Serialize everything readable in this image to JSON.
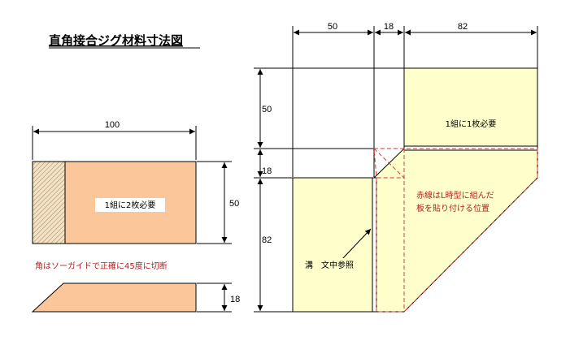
{
  "title": "直角接合ジグ材料寸法図",
  "colors": {
    "orange": "#fbc79a",
    "yellow": "#ffffcc",
    "hatch": "#f3e2c3",
    "red": "#d63a3a",
    "note": "#b22222"
  },
  "left": {
    "dim_width": "100",
    "dim_height": "50",
    "dim_thickness": "18",
    "block_label": "1組に2枚必要",
    "cut_note": "角はソーガイドで正確に45度に切断"
  },
  "right": {
    "dim_top_a": "50",
    "dim_top_b": "18",
    "dim_top_c": "82",
    "dim_left_a": "50",
    "dim_left_b": "18",
    "dim_left_c": "82",
    "top_block_label": "1組に1枚必要",
    "groove_label": "溝　文中参照",
    "red_note_line1": "赤線はL時型に組んだ",
    "red_note_line2": "板を貼り付ける位置"
  }
}
